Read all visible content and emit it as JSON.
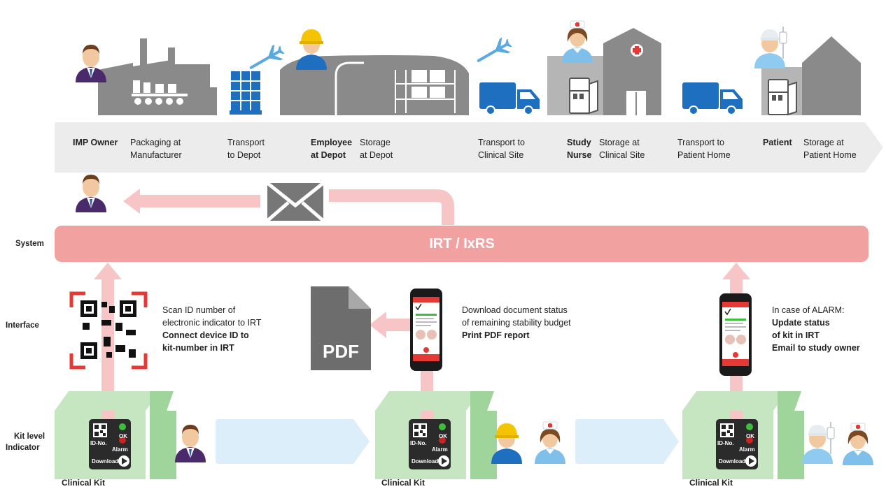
{
  "timeline": {
    "steps": [
      {
        "role": "IMP Owner",
        "label_line1": "Packaging at",
        "label_line2": "Manufacturer"
      },
      {
        "role": "",
        "label_line1": "Transport",
        "label_line2": "to Depot"
      },
      {
        "role_line1": "Employee",
        "role_line2": "at Depot",
        "label_line1": "Storage",
        "label_line2": "at Depot"
      },
      {
        "role": "",
        "label_line1": "Transport to",
        "label_line2": "Clinical Site"
      },
      {
        "role_line1": "Study",
        "role_line2": "Nurse",
        "label_line1": "Storage at",
        "label_line2": "Clinical Site"
      },
      {
        "role": "",
        "label_line1": "Transport to",
        "label_line2": "Patient Home"
      },
      {
        "role": "Patient",
        "label_line1": "Storage at",
        "label_line2": "Patient Home"
      }
    ]
  },
  "rows": {
    "system": "System",
    "interface": "Interface",
    "kit_level_line1": "Kit level",
    "kit_level_line2": "Indicator"
  },
  "system_bar": {
    "label": "IRT / IxRS"
  },
  "interfaces": {
    "scan": {
      "line1": "Scan ID number of",
      "line2": "electronic indicator to IRT",
      "bold1": "Connect device ID to",
      "bold2": "kit-number in IRT"
    },
    "download": {
      "line1": "Download document status",
      "line2": "of remaining stability budget",
      "bold1": "Print PDF report"
    },
    "alarm": {
      "line1": "In case of ALARM:",
      "bold1": "Update status",
      "bold2": "of kit in IRT",
      "bold3": "Email to study owner"
    },
    "pdf_label": "PDF"
  },
  "kits": [
    {
      "caption": "Clinical Kit"
    },
    {
      "caption": "Clinical Kit"
    },
    {
      "caption": "Clinical Kit"
    }
  ],
  "indicator": {
    "id_label": "ID-No.",
    "ok_label": "OK",
    "alarm_label": "Alarm",
    "download_label": "Download"
  },
  "colors": {
    "gray_building": "#8a8a8a",
    "gray_light": "#b5b5b5",
    "timeline_band": "#ececec",
    "truck_blue": "#1f6fc0",
    "plane_blue": "#5aa9e0",
    "irt_pink": "#f2a1a1",
    "arrow_pink": "#f7c5c5",
    "qr_red": "#e53935",
    "box_green": "#9fd49a",
    "box_green_light": "#c6e6c1",
    "flow_blue": "#dbeef9"
  }
}
